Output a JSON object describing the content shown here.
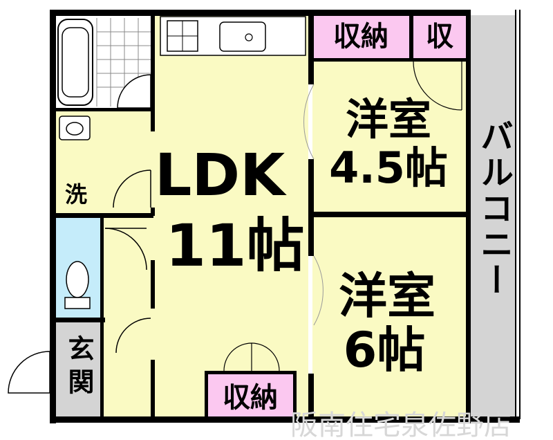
{
  "rooms": {
    "ldk": {
      "name": "LDK",
      "size": "11帖"
    },
    "western1": {
      "name": "洋室",
      "size": "4.5帖"
    },
    "western2": {
      "name": "洋室",
      "size": "6帖"
    },
    "balcony": {
      "name": "バルコニー"
    },
    "entrance": {
      "name": "玄関"
    },
    "washroom": {
      "name": "洗"
    }
  },
  "storage": {
    "top_main": "収納",
    "top_small": "収",
    "bottom": "収納"
  },
  "watermark": "阪南住宅泉佐野店",
  "colors": {
    "room_yellow": "#fafac3",
    "storage_pink": "#fbc8f0",
    "bath_blue": "#c5ecfa",
    "gray_zone": "#d4d4d4",
    "wall": "#000000"
  }
}
